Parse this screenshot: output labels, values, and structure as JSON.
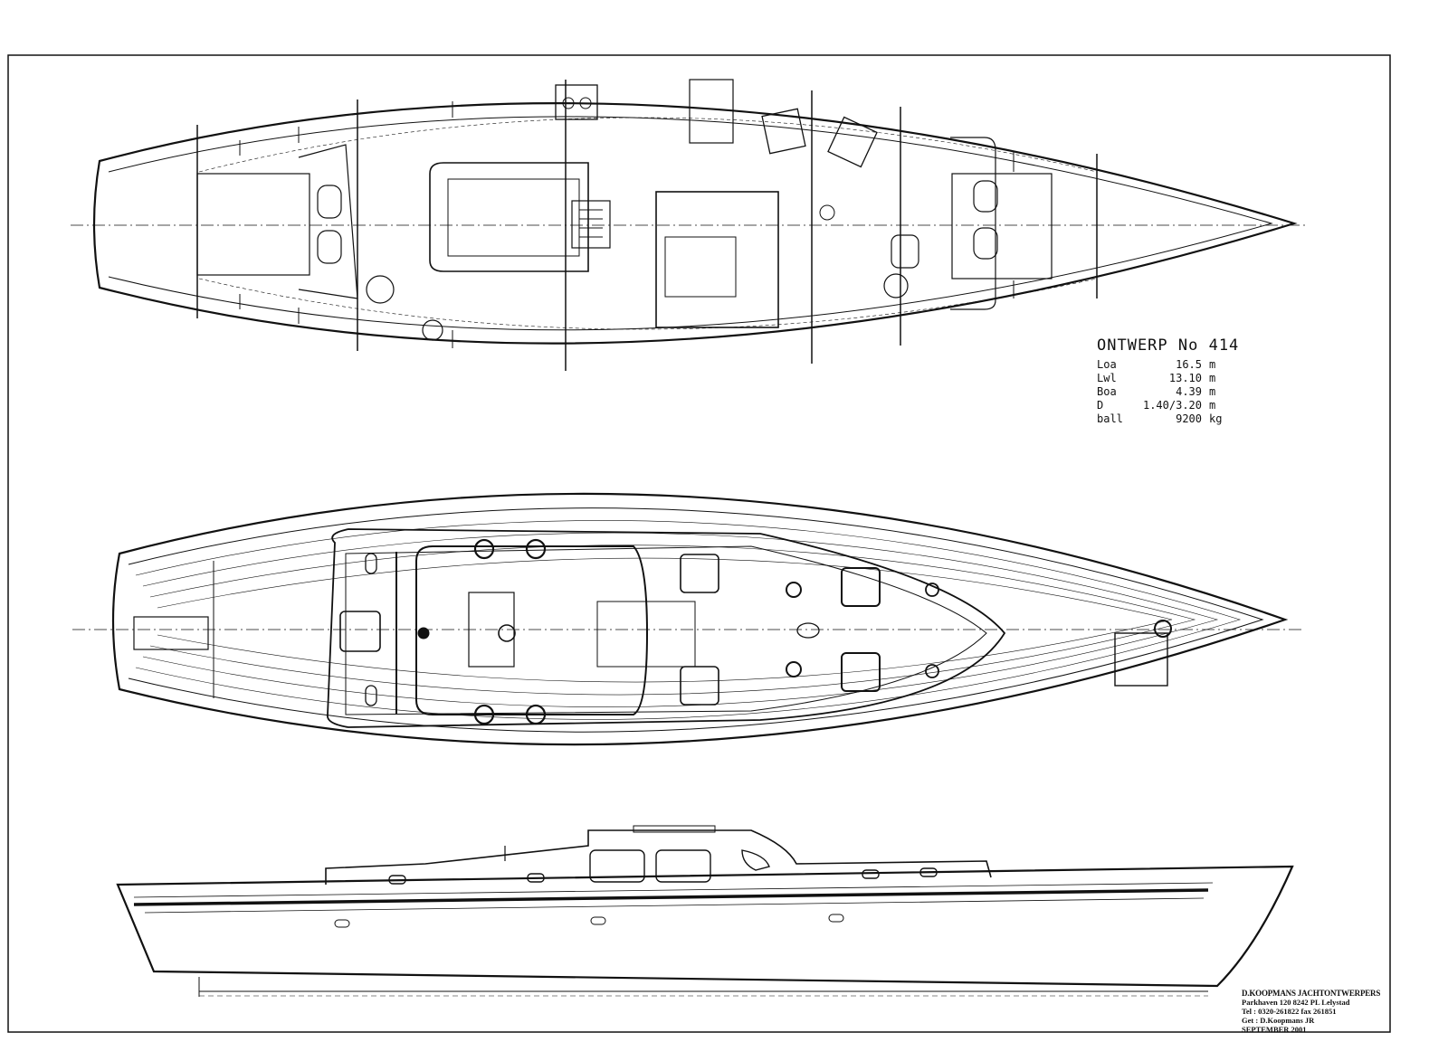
{
  "design": {
    "title": "ONTWERP No 414",
    "specs": [
      {
        "label": "Loa",
        "value": "16.5",
        "unit": "m"
      },
      {
        "label": "Lwl",
        "value": "13.10",
        "unit": "m"
      },
      {
        "label": "Boa",
        "value": "4.39",
        "unit": "m"
      },
      {
        "label": "D",
        "value": "1.40/3.20",
        "unit": "m"
      },
      {
        "label": "ball",
        "value": "9200",
        "unit": "kg"
      }
    ]
  },
  "stamp": {
    "firm": "D.KOOPMANS JACHTONTWERPERS",
    "address": "Parkhaven 120 8242 PL Lelystad",
    "tel": "Tel : 0320-261822 fax 261851",
    "drawn": "Get : D.Koopmans JR",
    "date": "SEPTEMBER 2001"
  },
  "colors": {
    "ink": "#111111",
    "paper": "#ffffff"
  }
}
